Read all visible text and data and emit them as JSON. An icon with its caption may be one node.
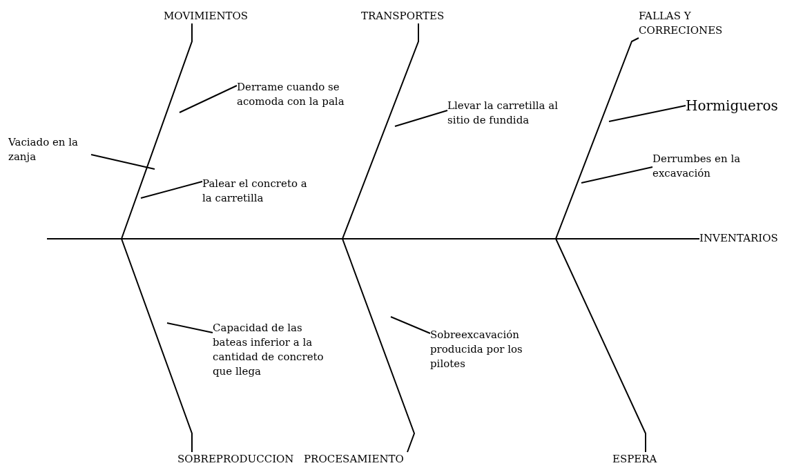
{
  "diagram": {
    "nodes": [
      {
        "text": [
          "MOVIMIENTOS"
        ]
      },
      {
        "text": [
          "TRANSPORTES"
        ]
      },
      {
        "text": [
          "FALLAS Y CORRECIONES"
        ]
      },
      {
        "text": [
          "Derrame cuando se acomoda con la pala"
        ]
      },
      {
        "text": [
          "Llevar la carretilla al sitio de fundida"
        ]
      },
      {
        "text": [
          "Hormigueros"
        ]
      },
      {
        "text": [
          "Vaciado en la zanja"
        ]
      },
      {
        "text": [
          "Derrumbes en la excavación"
        ]
      },
      {
        "text": [
          "Palear el concreto a la carretilla"
        ]
      },
      {
        "text": [
          "INVENTARIOS"
        ]
      },
      {
        "text": [
          "Capacidad de las bateas inferior a la cantidad de concreto que llega"
        ]
      },
      {
        "text": [
          "Sobreexcavación producida por los pilotes"
        ]
      },
      {
        "text": [
          "SOBREPRODUCCION"
        ]
      },
      {
        "text": [
          "PROCESAMIENTO"
        ]
      },
      {
        "text": [
          "ESPERA"
        ]
      }
    ],
    "edges": [
      {
        "from": 0,
        "to": 9,
        "arrow": "none"
      },
      {
        "from": 1,
        "to": 9,
        "arrow": "none"
      },
      {
        "from": 2,
        "to": 9,
        "arrow": "none"
      },
      {
        "from": 12,
        "to": 9,
        "arrow": "none"
      },
      {
        "from": 13,
        "to": 9,
        "arrow": "none"
      },
      {
        "from": 14,
        "to": 9,
        "arrow": "none"
      },
      {
        "from": 3,
        "to": null,
        "arrow": "none"
      },
      {
        "from": 4,
        "to": null,
        "arrow": "none"
      },
      {
        "from": 5,
        "to": null,
        "arrow": "none"
      },
      {
        "from": 6,
        "to": null,
        "arrow": "none"
      },
      {
        "from": 7,
        "to": null,
        "arrow": "none"
      },
      {
        "from": 8,
        "to": null,
        "arrow": "none"
      },
      {
        "from": 10,
        "to": null,
        "arrow": "none"
      },
      {
        "from": 11,
        "to": null,
        "arrow": "none"
      }
    ]
  }
}
